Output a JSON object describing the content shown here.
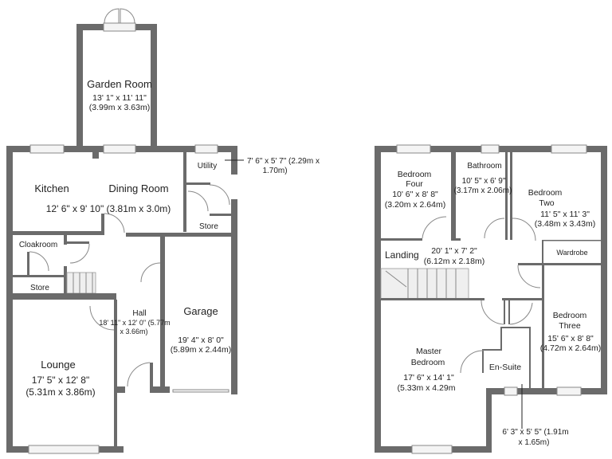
{
  "ground_floor": {
    "garden_room": {
      "name": "Garden Room",
      "dim_imperial": "13' 1\" x 11' 11\"",
      "dim_metric": "(3.99m x 3.63m)"
    },
    "kitchen": {
      "name": "Kitchen"
    },
    "dining_room": {
      "name": "Dining Room",
      "dims": "12' 6\" x 9' 10\" (3.81m x 3.0m)"
    },
    "utility": {
      "name": "Utility",
      "dim_line1": "7' 6\" x 5' 7\" (2.29m x",
      "dim_line2": "1.70m)"
    },
    "store_utility": {
      "name": "Store"
    },
    "cloakroom": {
      "name": "Cloakroom"
    },
    "store_cloak": {
      "name": "Store"
    },
    "hall": {
      "name": "Hall",
      "dim_line1": "18' 11\" x 12' 0\" (5.77m",
      "dim_line2": "x 3.66m)"
    },
    "garage": {
      "name": "Garage",
      "dim_imperial": "19' 4\" x 8' 0\"",
      "dim_metric": "(5.89m x 2.44m)"
    },
    "lounge": {
      "name": "Lounge",
      "dim_imperial": "17' 5\" x 12' 8\"",
      "dim_metric": "(5.31m x 3.86m)"
    }
  },
  "first_floor": {
    "bedroom_four": {
      "name_line1": "Bedroom",
      "name_line2": "Four",
      "dim_imperial": "10' 6\" x 8' 8\"",
      "dim_metric": "(3.20m x 2.64m)"
    },
    "bathroom": {
      "name": "Bathroom",
      "dim_imperial": "10' 5\" x 6' 9\"",
      "dim_metric": "(3.17m x 2.06m)"
    },
    "bedroom_two": {
      "name_line1": "Bedroom",
      "name_line2": "Two",
      "dim_imperial": "11' 5\" x 11' 3\"",
      "dim_metric": "(3.48m x 3.43m)"
    },
    "wardrobe": {
      "name": "Wardrobe"
    },
    "landing": {
      "name": "Landing",
      "dim_imperial": "20' 1\" x 7' 2\"",
      "dim_metric": "(6.12m x 2.18m)"
    },
    "bedroom_three": {
      "name_line1": "Bedroom",
      "name_line2": "Three",
      "dim_imperial": "15' 6\" x 8' 8\"",
      "dim_metric": "(4.72m x 2.64m)"
    },
    "master_bedroom": {
      "name_line1": "Master",
      "name_line2": "Bedroom",
      "dim_imperial": "17' 6\" x 14' 1\"",
      "dim_metric": "(5.33m x 4.29m"
    },
    "en_suite": {
      "name": "En-Suite",
      "dim_line1": "6' 3\" x 5' 5\" (1.91m",
      "dim_line2": "x 1.65m)"
    }
  },
  "colors": {
    "wall": "#6b6b6b",
    "background": "#ffffff"
  }
}
